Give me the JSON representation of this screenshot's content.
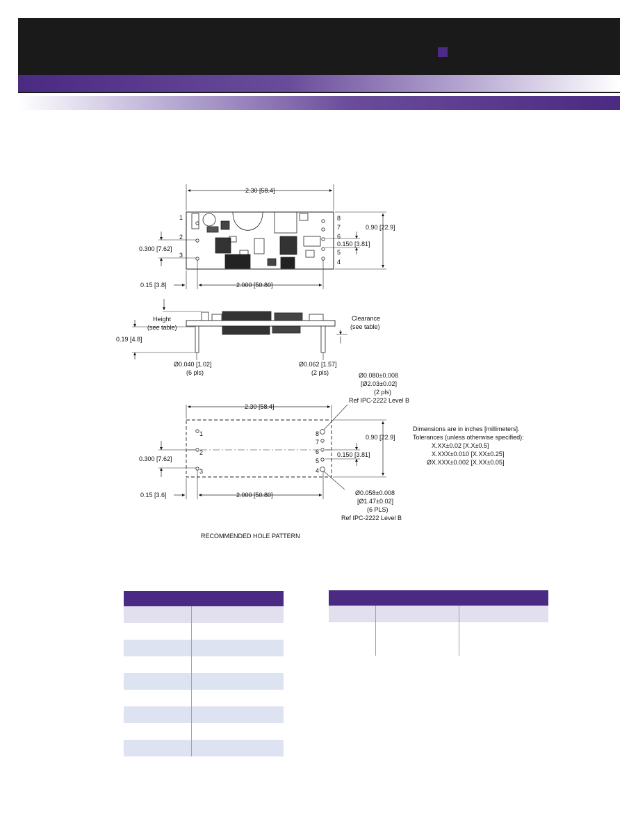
{
  "drawing": {
    "top_view": {
      "width_dim": "2.30 [58.4]",
      "height_dim": "0.90 [22.9]",
      "pin_pitch_right": "0.150 [3.81]",
      "pin_pitch_left": "0.300 [7.62]",
      "edge_offset": "0.15 [3.8]",
      "pin_span": "2.000 [50.80]",
      "pins_left": [
        "1",
        "2",
        "3"
      ],
      "pins_right": [
        "8",
        "7",
        "6",
        "5",
        "4"
      ]
    },
    "side_view": {
      "height_label": "Height",
      "height_note": "(see table)",
      "clearance_label": "Clearance",
      "clearance_note": "(see table)",
      "pin_length": "0.19 [4.8]",
      "pin_dia_small": "Ø0.040 [1.02]",
      "pin_dia_small_count": "(6 pls)",
      "pin_dia_large": "Ø0.062 [1.57]",
      "pin_dia_large_count": "(2 pls)"
    },
    "hole_pattern": {
      "large_hole": [
        "Ø0.080±0.008",
        "[Ø2.03±0.02]",
        "(2 pls)",
        "Ref IPC-2222 Level B"
      ],
      "small_hole": [
        "Ø0.058±0.008",
        "[Ø1.47±0.02]",
        "(6 PLS)",
        "Ref IPC-2222 Level B"
      ],
      "width_dim": "2.30 [58.4]",
      "height_dim": "0.90 [22.9]",
      "pin_pitch_right": "0.150 [3.81]",
      "pin_pitch_left": "0.300 [7.62]",
      "edge_offset": "0.15 [3.6]",
      "pin_span": "2.000 [50.80]",
      "pins_left": [
        "1",
        "2",
        "3"
      ],
      "pins_right": [
        "8",
        "7",
        "6",
        "5",
        "4"
      ],
      "caption": "RECOMMENDED HOLE PATTERN"
    },
    "notes": [
      "Dimensions are in inches [millimeters].",
      "Tolerances (unless otherwise specified):",
      "X.XX±0.02 [X.X±0.5]",
      "X.XXX±0.010 [X.XX±0.25]",
      "ØX.XXX±0.002 [X.XX±0.05]"
    ]
  },
  "colors": {
    "header_dark": "#1a1a1a",
    "brand_purple": "#4a2a82",
    "row_tint": "#dde3f1"
  }
}
